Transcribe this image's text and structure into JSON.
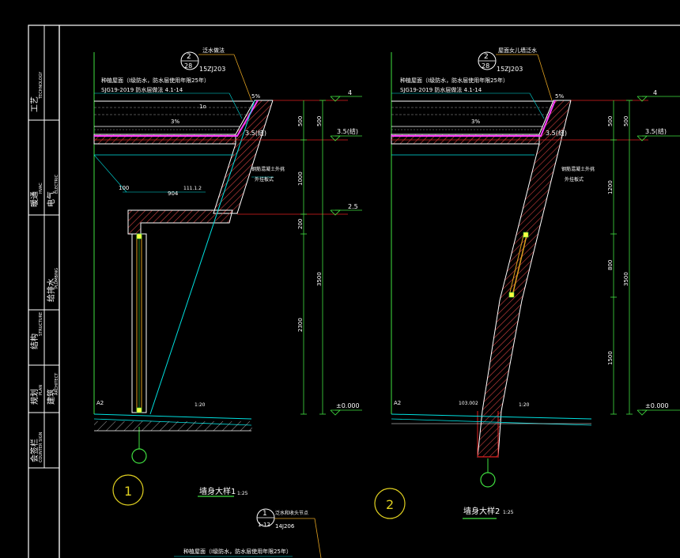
{
  "title_block": {
    "col1": [
      "会签栏",
      "规划",
      "结构",
      "暖通",
      "工艺"
    ],
    "col2": [
      "建筑",
      "给排水",
      "电气"
    ],
    "col1_en": [
      "COUNTER SIGN",
      "PLAN",
      "STRUCTURE",
      "HVAC",
      "TECHNOLOGY"
    ],
    "col2_en": [
      "ARCHITECT",
      "PLUMBING",
      "ELECTRIC"
    ]
  },
  "detail1": {
    "callout_num": "2",
    "callout_sheet": "28",
    "callout_ref": "15ZJ203",
    "callout_label": "泛水做法",
    "note1": "种植屋面（I级防水，防水层使用年限25年）",
    "note2": "SJG19-2019  防水层做法 4.1-14",
    "slope": "5%",
    "slope2": "3%",
    "level_top": "4",
    "level_mid": "3.5(结)",
    "level_low": "2.5",
    "level_ground": "±0.000",
    "dim_500": "500",
    "dim_1000": "1000",
    "dim_200": "200",
    "dim_3500": "3500",
    "dim_2300": "2300",
    "dim_100": "100",
    "dim_904": "904",
    "dim_angle": "111.1.2",
    "wall_note1": "钢筋混凝土外挑",
    "wall_note2": "外挂板式",
    "slope_ground": "1:20",
    "mark_a": "A2",
    "inner_label": "1o",
    "circle_num": "1",
    "detail_title": "墙身大样1",
    "scale": "1:25"
  },
  "detail2": {
    "callout_num": "2",
    "callout_sheet": "28",
    "callout_ref": "15ZJ203",
    "callout_label": "屋面女儿墙泛水",
    "note1": "种植屋面（I级防水，防水层使用年限25年）",
    "note2": "SJG19-2019  防水层做法 4.1-14",
    "slope": "5%",
    "slope2": "3%",
    "level_top": "4",
    "level_mid": "3.5(结)",
    "level_ground": "±0.000",
    "dim_500": "500",
    "dim_1200": "1200",
    "dim_800": "800",
    "dim_3500": "3500",
    "dim_1500": "1500",
    "dim_angle": "103.002",
    "wall_note1": "钢筋混凝土外挑",
    "wall_note2": "外挂板式",
    "slope_ground": "1:20",
    "mark_a": "A2",
    "circle_num": "2",
    "detail_title": "墙身大样2",
    "scale": "1:25"
  },
  "detail3": {
    "callout_num": "1",
    "callout_sheet": "1-12",
    "callout_ref": "14J206",
    "callout_label": "泛水和收头节点",
    "note1": "种植屋面（I级防水，防水层使用年限25年）"
  }
}
